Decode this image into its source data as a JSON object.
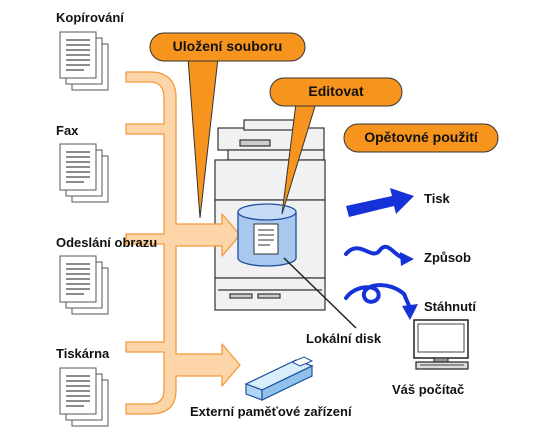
{
  "sources": {
    "copy": "Kopírování",
    "fax": "Fax",
    "scan": "Odeslání obrazu",
    "printer": "Tiskárna"
  },
  "callouts": {
    "save": "Uložení souboru",
    "edit": "Editovat",
    "reuse": "Opětovné použití"
  },
  "uses": {
    "print": "Tisk",
    "method": "Způsob",
    "download": "Stáhnutí"
  },
  "devices": {
    "local_disk": "Lokální disk",
    "computer": "Váš počítač",
    "external_memory": "Externí paměťové zařízení"
  },
  "colors": {
    "callout_fill": "#f7941d",
    "flow_arrow_fill": "#fcd5a8",
    "flow_arrow_stroke": "#f39a3c",
    "disk_fill": "#a9c8f0",
    "use_arrow": "#1432d8"
  }
}
